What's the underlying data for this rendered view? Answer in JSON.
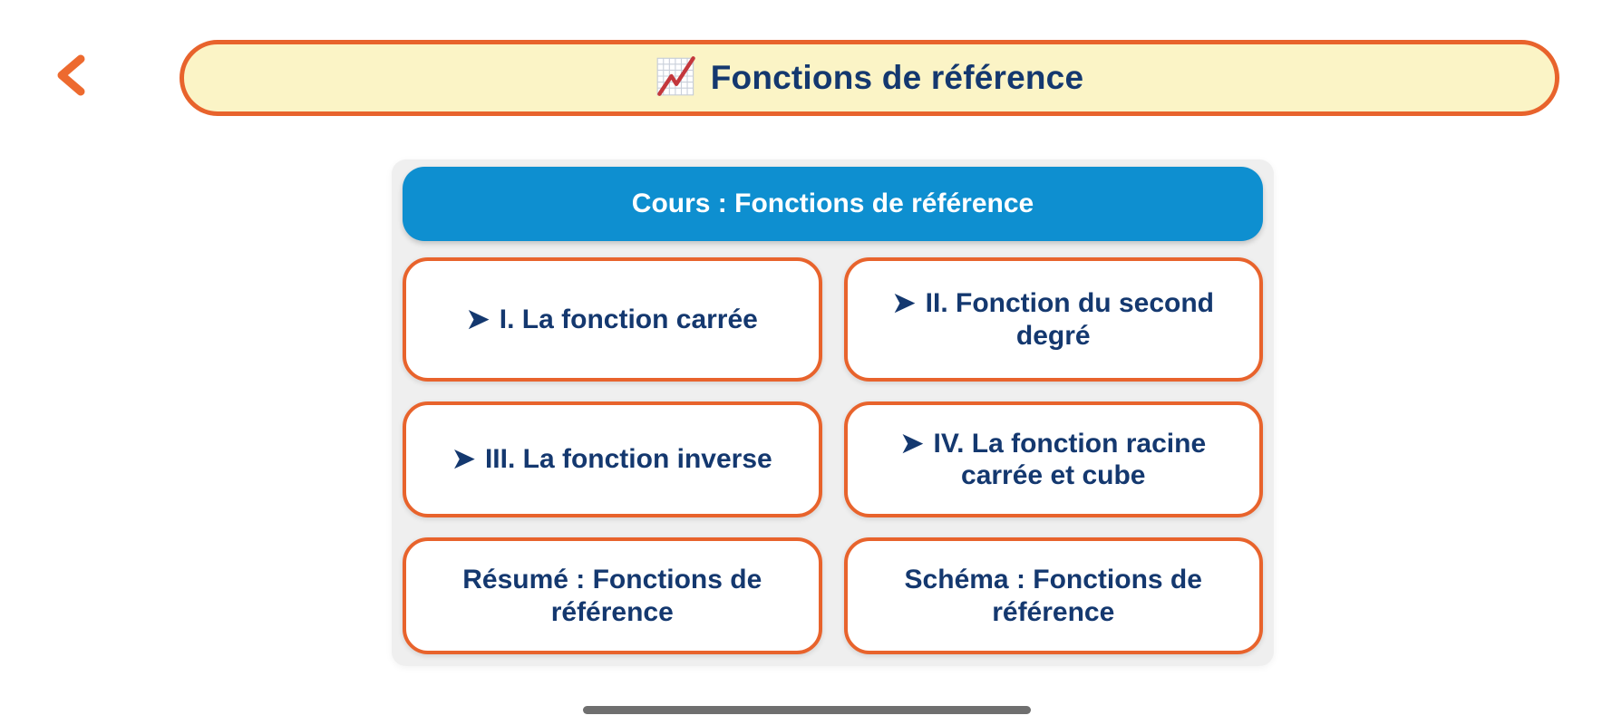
{
  "header": {
    "title": "Fonctions de référence"
  },
  "course_button": {
    "label": "Cours : Fonctions de référence"
  },
  "menu_items": [
    {
      "arrow": "➤",
      "label": "I. La fonction carrée"
    },
    {
      "arrow": "➤",
      "label": "II. Fonction du second degré"
    },
    {
      "arrow": "➤",
      "label": "III. La fonction inverse"
    },
    {
      "arrow": "➤",
      "label": "IV. La fonction racine carrée et cube"
    },
    {
      "arrow": "",
      "label": "Résumé : Fonctions de référence"
    },
    {
      "arrow": "",
      "label": "Schéma : Fonctions de référence"
    }
  ],
  "icons": {
    "back": "chevron-left-icon",
    "header": "line-chart-icon"
  },
  "colors": {
    "accent_orange": "#E8632C",
    "navy_text": "#14386F",
    "course_blue": "#0E8FD0",
    "header_yellow": "#FBF4C6",
    "panel_gray": "#EFEFEF",
    "home_bar_gray": "#6F6F6F",
    "chart_line_red": "#C4373C"
  }
}
